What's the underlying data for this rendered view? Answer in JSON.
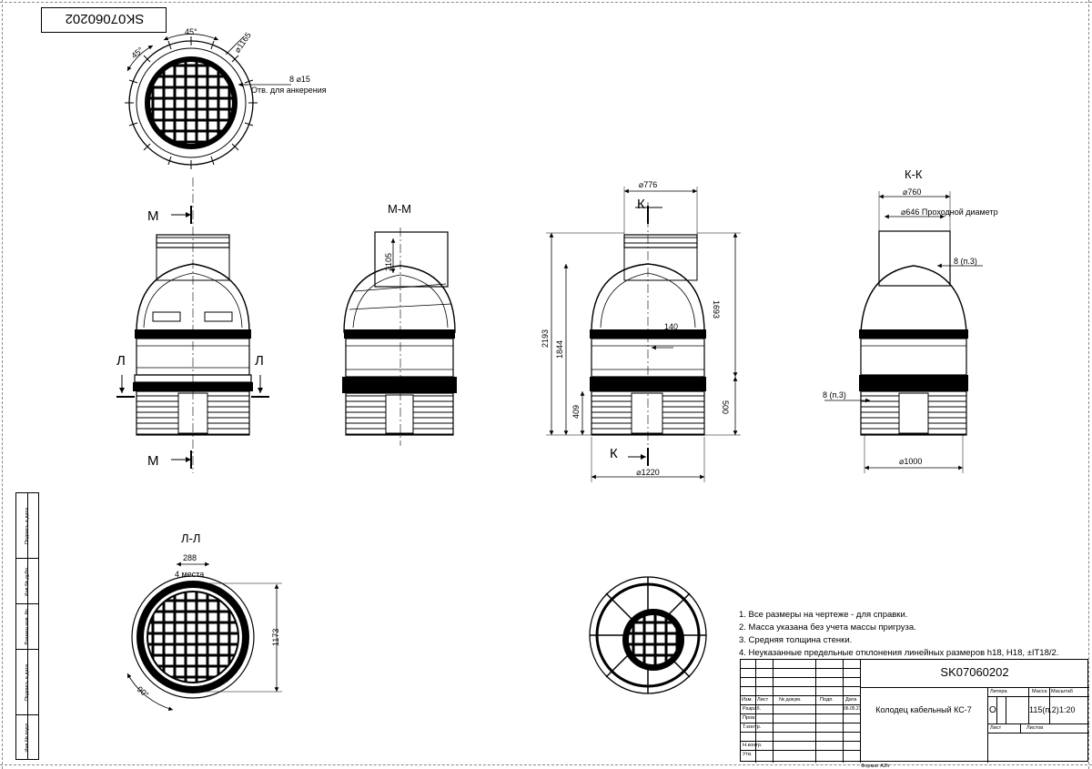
{
  "document": {
    "code_mirrored": "SK07060202",
    "format_label": "Формат A2h"
  },
  "top_view": {
    "angle_top": "45°",
    "angle_left": "45°",
    "diameter": "⌀1165",
    "holes": "8  ⌀15",
    "holes_note": "Отв. для анкерения"
  },
  "view_front": {
    "section_mark_top": "М",
    "section_mark_bottom": "М",
    "section_mark_left": "Л",
    "section_mark_right": "Л"
  },
  "view_mm": {
    "title": "М-М",
    "height_neck": "2105"
  },
  "view_side": {
    "diameter_top": "⌀776",
    "diameter_bottom": "⌀1220",
    "mark_top": "К",
    "mark_bottom": "К",
    "height_total": "2193",
    "height_body": "1844",
    "height_right": "1693",
    "height_base": "409",
    "height_base_right": "500",
    "offset": "140"
  },
  "view_kk": {
    "title": "К-К",
    "diameter_outer": "⌀760",
    "diameter_inner": "⌀646 Проходной диаметр",
    "wall_top": "8  (п.3)",
    "wall_bottom": "8  (п.3)",
    "diameter_base": "⌀1000"
  },
  "view_ll": {
    "title": "Л-Л",
    "width": "288",
    "count": "4 места",
    "height": "1173",
    "angle": "90°"
  },
  "notes": [
    "1. Все размеры на чертеже - для справки.",
    "2. Масса указана без учета массы пригруза.",
    "3. Средняя толщина стенки.",
    "4. Неуказанные предельные отклонения линейных размеров h18, H18,  ±IT18/2."
  ],
  "sidebar": [
    "Подпись и дата",
    "Инв № дубл.",
    "Взамен инв. №",
    "Подпись и дата",
    "Инв № подл."
  ],
  "title_block": {
    "designation": "SK07060202",
    "name": "Колодец кабельный КС-7",
    "hdr_change": "Изм.",
    "hdr_sheet": "Лист",
    "hdr_doc": "№ докум.",
    "hdr_sign": "Подп.",
    "hdr_date": "Дата",
    "row_dev": "Разраб.",
    "row_check": "Пров.",
    "row_tcontrol": "Т.контр.",
    "row_ncontrol": "Н.контр.",
    "row_approve": "Утв.",
    "dev_date": "06.05.21",
    "lit_label": "Литера",
    "lit_value": "О",
    "mass_label": "Масса",
    "mass_value": "115(п.2)",
    "scale_label": "Масштаб",
    "scale_value": "1:20",
    "sheet_label": "Лист",
    "sheets_label": "Листов"
  }
}
